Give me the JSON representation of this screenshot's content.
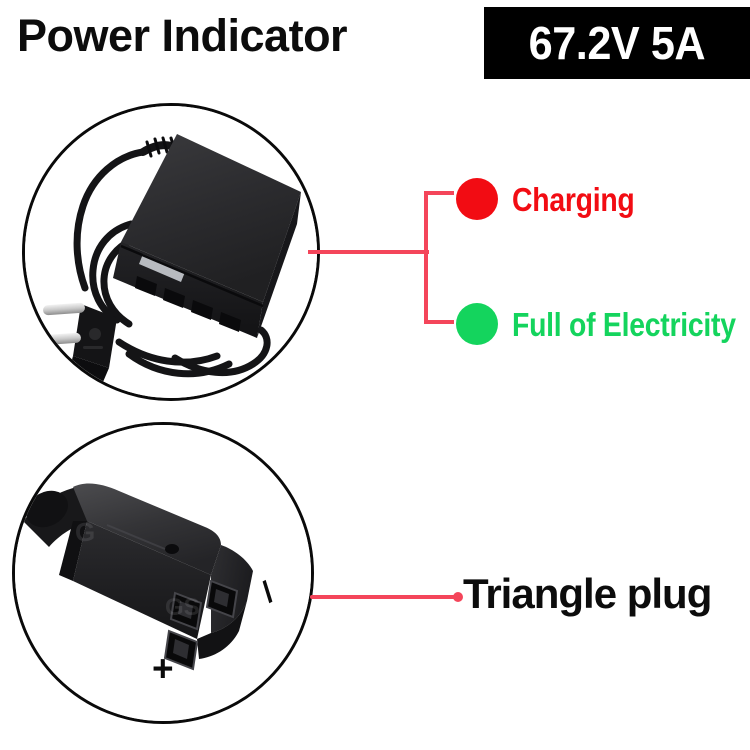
{
  "header": {
    "title": "Power Indicator",
    "spec_badge": "67.2V 5A",
    "badge_bg": "#000000",
    "badge_text_color": "#ffffff"
  },
  "photos": {
    "top": {
      "name": "power-adapter-photo",
      "alt": "Black power adapter brick with coiled cable and EU two-pin plug"
    },
    "bottom": {
      "name": "triangle-plug-photo",
      "alt": "Black triangular three-pin connector plug",
      "polarity_plus": "+",
      "polarity_minus": "/"
    }
  },
  "indicators": [
    {
      "name": "charging",
      "label": "Charging",
      "color": "#f20c13"
    },
    {
      "name": "full",
      "label": "Full of Electricity",
      "color": "#14d45d"
    }
  ],
  "callouts": {
    "triangle_plug": "Triangle plug"
  },
  "colors": {
    "leader_line": "#f4455a",
    "text_dark": "#0c0c0c",
    "background": "#ffffff",
    "adapter_body": "#2a2a2c"
  }
}
